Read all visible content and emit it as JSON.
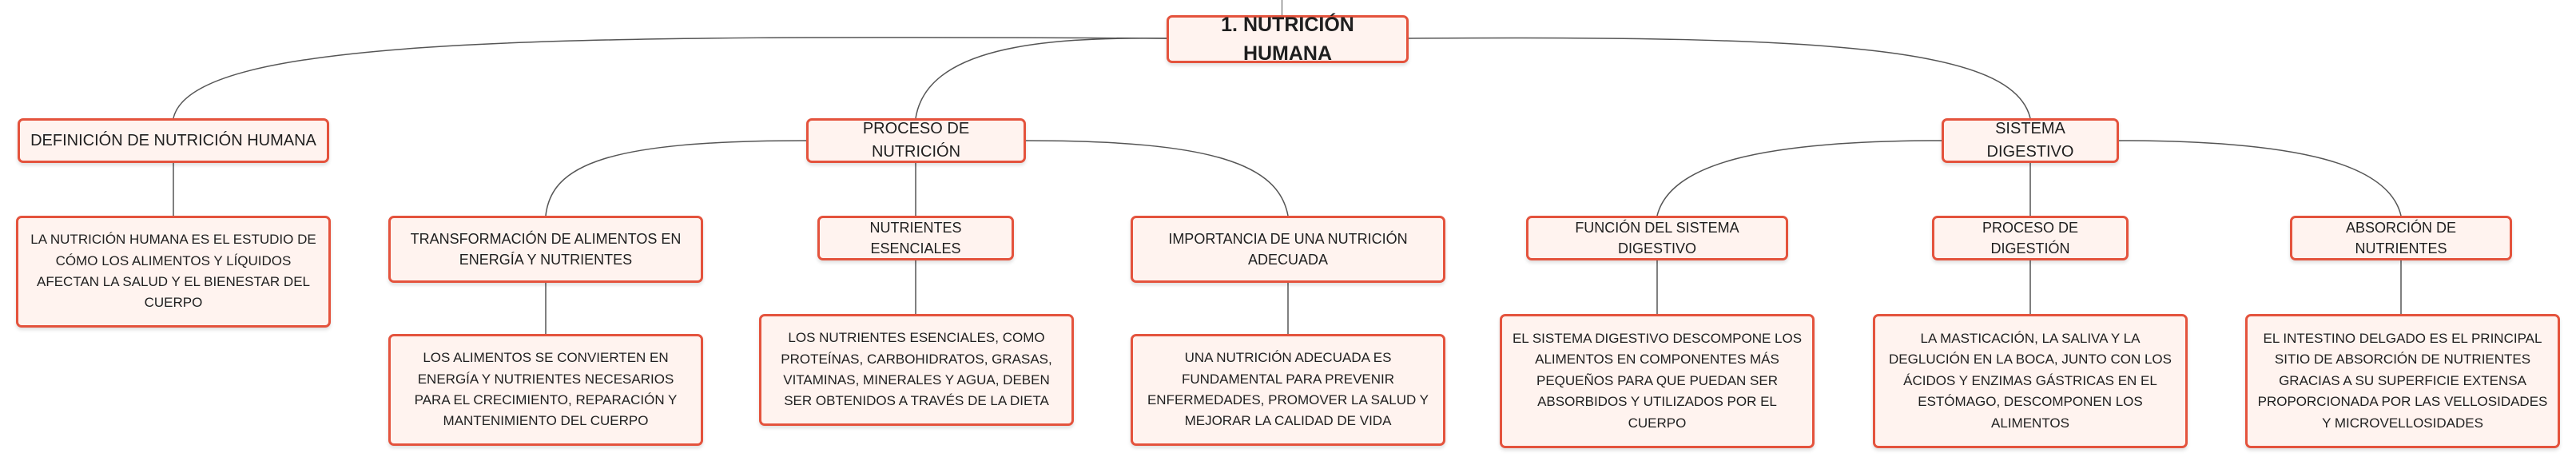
{
  "diagram": {
    "root": {
      "label": "1. NUTRICIÓN HUMANA"
    },
    "branches": [
      {
        "label": "DEFINICIÓN DE NUTRICIÓN HUMANA",
        "leaf": "LA NUTRICIÓN HUMANA ES EL ESTUDIO DE CÓMO LOS ALIMENTOS Y LÍQUIDOS AFECTAN LA SALUD Y EL BIENESTAR DEL CUERPO"
      },
      {
        "label": "PROCESO DE NUTRICIÓN",
        "children": [
          {
            "label": "TRANSFORMACIÓN DE ALIMENTOS EN ENERGÍA Y NUTRIENTES",
            "leaf": "LOS ALIMENTOS SE CONVIERTEN EN ENERGÍA Y NUTRIENTES NECESARIOS PARA EL CRECIMIENTO, REPARACIÓN Y MANTENIMIENTO DEL CUERPO"
          },
          {
            "label": "NUTRIENTES ESENCIALES",
            "leaf": "LOS NUTRIENTES ESENCIALES, COMO PROTEÍNAS, CARBOHIDRATOS, GRASAS, VITAMINAS, MINERALES Y AGUA, DEBEN SER OBTENIDOS A TRAVÉS DE LA DIETA"
          },
          {
            "label": "IMPORTANCIA DE UNA NUTRICIÓN ADECUADA",
            "leaf": "UNA NUTRICIÓN ADECUADA ES FUNDAMENTAL PARA PREVENIR ENFERMEDADES, PROMOVER LA SALUD Y MEJORAR LA CALIDAD DE VIDA"
          }
        ]
      },
      {
        "label": "SISTEMA DIGESTIVO",
        "children": [
          {
            "label": "FUNCIÓN DEL SISTEMA DIGESTIVO",
            "leaf": "EL SISTEMA DIGESTIVO DESCOMPONE LOS ALIMENTOS EN COMPONENTES MÁS PEQUEÑOS PARA QUE PUEDAN SER ABSORBIDOS Y UTILIZADOS POR EL CUERPO"
          },
          {
            "label": "PROCESO DE DIGESTIÓN",
            "leaf": "LA MASTICACIÓN, LA SALIVA Y LA DEGLUCIÓN EN LA BOCA, JUNTO CON LOS ÁCIDOS Y ENZIMAS GÁSTRICAS EN EL ESTÓMAGO, DESCOMPONEN LOS ALIMENTOS"
          },
          {
            "label": "ABSORCIÓN DE NUTRIENTES",
            "leaf": "EL INTESTINO DELGADO ES EL PRINCIPAL SITIO DE ABSORCIÓN DE NUTRIENTES GRACIAS A SU SUPERFICIE EXTENSA PROPORCIONADA POR LAS VELLOSIDADES Y MICROVELLOSIDADES"
          }
        ]
      }
    ]
  },
  "colors": {
    "border": "#e4533d",
    "fill": "#fff3ef",
    "line": "#555555"
  }
}
